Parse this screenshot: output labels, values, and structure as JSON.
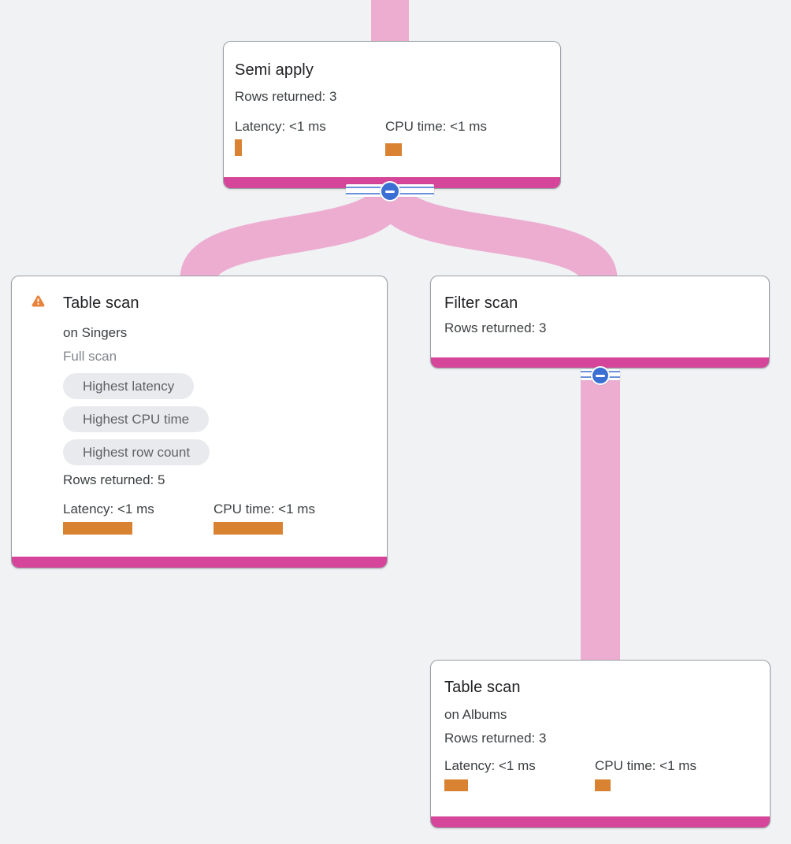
{
  "diagram": {
    "type": "query-execution-plan-tree",
    "background_color": "#f0f2f4"
  },
  "colors": {
    "edge_pink": "#ecadd1",
    "node_bottom_bar_magenta": "#d5459a",
    "metric_bar_orange": "#d98232",
    "warning_icon_orange": "#e8833c",
    "collapse_button_blue": "#3b6fd3",
    "badge_background": "#e8eaed",
    "badge_text": "#5f6368",
    "node_border": "#9aa0a6"
  },
  "nodes": [
    {
      "title": "Semi apply",
      "rows_returned": "Rows returned: 3",
      "latency_label": "Latency: <1 ms",
      "cpu_label": "CPU time: <1 ms"
    },
    {
      "title": "Table scan",
      "subtitle": "on Singers",
      "scan_type": "Full scan",
      "has_warning": true,
      "badges": [
        "Highest latency",
        "Highest CPU time",
        "Highest row count"
      ],
      "rows_returned": "Rows returned: 5",
      "latency_label": "Latency: <1 ms",
      "cpu_label": "CPU time: <1 ms"
    },
    {
      "title": "Filter scan",
      "rows_returned": "Rows returned: 3"
    },
    {
      "title": "Table scan",
      "subtitle": "on Albums",
      "rows_returned": "Rows returned: 3",
      "latency_label": "Latency: <1 ms",
      "cpu_label": "CPU time: <1 ms"
    }
  ],
  "edges": [
    {
      "from": "parent-offscreen",
      "to": "Semi apply"
    },
    {
      "from": "Semi apply",
      "to": "Table scan (Singers)"
    },
    {
      "from": "Semi apply",
      "to": "Filter scan"
    },
    {
      "from": "Filter scan",
      "to": "Table scan (Albums)"
    }
  ],
  "controls": {
    "collapse_semi_apply": "collapse-children",
    "collapse_filter_scan": "collapse-children"
  }
}
